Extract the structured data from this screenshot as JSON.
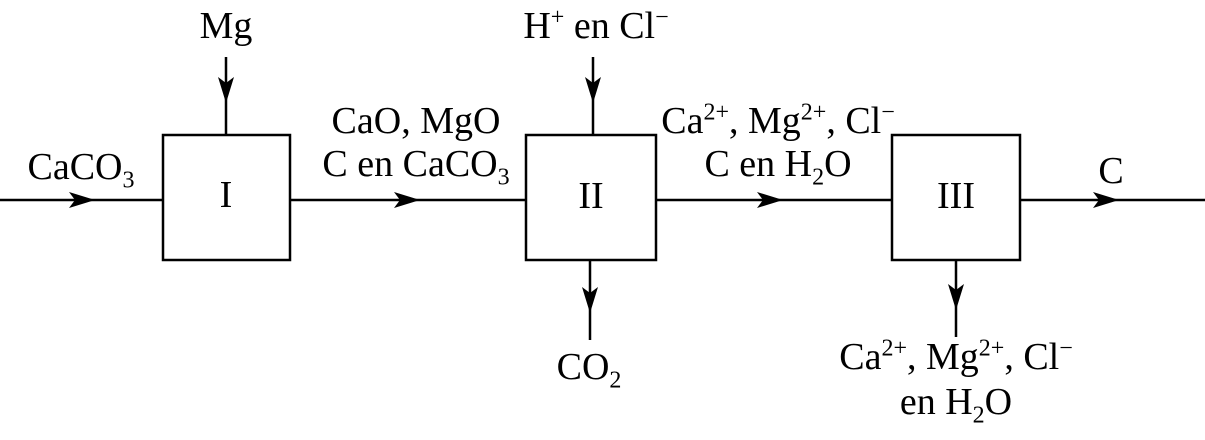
{
  "colors": {
    "ink": "#000000",
    "background": "#ffffff"
  },
  "diagram": {
    "stages": [
      {
        "label": "I"
      },
      {
        "label": "II"
      },
      {
        "label": "III"
      }
    ],
    "labels": {
      "feed": [
        {
          "t": "CaCO"
        },
        {
          "t": "3",
          "s": "sub"
        }
      ],
      "mg_input": [
        {
          "t": "Mg"
        }
      ],
      "acid_input": [
        {
          "t": "H"
        },
        {
          "t": "+",
          "s": "sup"
        },
        {
          "t": " en Cl"
        },
        {
          "t": "−",
          "s": "sup"
        }
      ],
      "stream_i_ii_line1": [
        {
          "t": "CaO, MgO"
        }
      ],
      "stream_i_ii_line2": [
        {
          "t": "C en CaCO"
        },
        {
          "t": "3",
          "s": "sub"
        }
      ],
      "stream_ii_iii_line1": [
        {
          "t": "Ca"
        },
        {
          "t": "2+",
          "s": "sup"
        },
        {
          "t": ", Mg"
        },
        {
          "t": "2+",
          "s": "sup"
        },
        {
          "t": ", Cl"
        },
        {
          "t": "−",
          "s": "sup"
        }
      ],
      "stream_ii_iii_line2": [
        {
          "t": "C en H"
        },
        {
          "t": "2",
          "s": "sub"
        },
        {
          "t": "O"
        }
      ],
      "co2_output": [
        {
          "t": "CO"
        },
        {
          "t": "2",
          "s": "sub"
        }
      ],
      "brine_output_line1": [
        {
          "t": "Ca"
        },
        {
          "t": "2+",
          "s": "sup"
        },
        {
          "t": ", Mg"
        },
        {
          "t": "2+",
          "s": "sup"
        },
        {
          "t": ", Cl"
        },
        {
          "t": "−",
          "s": "sup"
        }
      ],
      "brine_output_line2": [
        {
          "t": "en H"
        },
        {
          "t": "2",
          "s": "sub"
        },
        {
          "t": "O"
        }
      ],
      "carbon_output": [
        {
          "t": "C"
        }
      ]
    }
  }
}
